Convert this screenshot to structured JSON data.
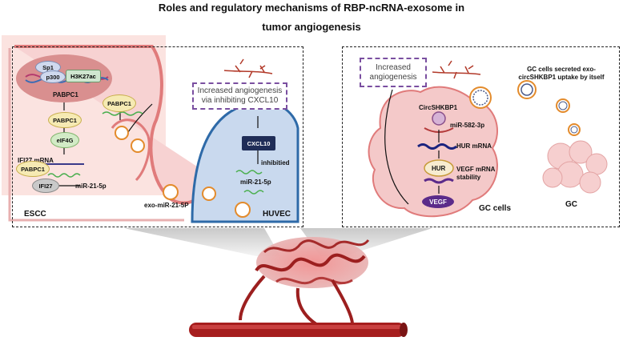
{
  "title_line1": "Roles and regulatory mechanisms of RBP-ncRNA-exosome in",
  "title_line2": "tumor angiogenesis",
  "left": {
    "sp1": "Sp1",
    "p300": "p300",
    "h3k27ac": "H3K27ac",
    "pabpc1_nuc": "PABPC1",
    "pabpc1_a": "PABPC1",
    "eif4g": "eIF4G",
    "ifi27_mrna": "IFI27 mRNA",
    "pabpc1_b": "PABPC1",
    "ifi27": "IFI27",
    "mir21_cell": "miR-21-5p",
    "pabpc1_c": "PABPC1",
    "escc": "ESCC",
    "exo_mir": "exo-miR-21-5P",
    "increased_box": "Increased angiogenesis via inhibiting CXCL10",
    "cxcl10": "CXCL10",
    "inhibited": "inhibitied",
    "mir21_huvec": "miR-21-5p",
    "huvec": "HUVEC"
  },
  "right": {
    "increased_box": "Increased angiogenesis",
    "circ": "CircSHKBP1",
    "mir582": "miR-582-3p",
    "hur_mrna": "HUR mRNA",
    "hur": "HUR",
    "vegf_mrna": "VEGF mRNA stability",
    "vegf": "VEGF",
    "gc_cells": "GC cells",
    "gc_secreted": "GC cells secreted exo-circSHKBP1 uptake by itself",
    "gc": "GC"
  }
}
